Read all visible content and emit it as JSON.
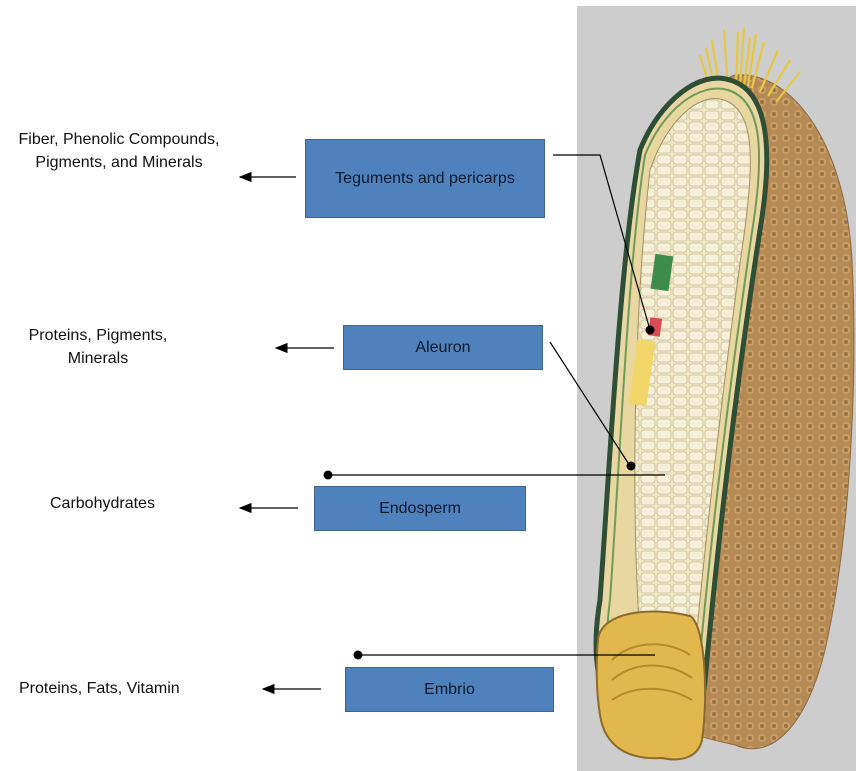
{
  "labels": {
    "teguments": {
      "box": "Teguments and pericarps",
      "compounds": "Fiber, Phenolic Compounds, Pigments, and Minerals"
    },
    "aleuron": {
      "box": "Aleuron",
      "compounds": "Proteins, Pigments, Minerals"
    },
    "endosperm": {
      "box": "Endosperm",
      "compounds": "Carbohydrates"
    },
    "embrio": {
      "box": "Embrio",
      "compounds": "Proteins, Fats, Vitamin"
    }
  },
  "colors": {
    "box_fill": "#4f81bd",
    "panel_background": "#cdcdcd",
    "leader_line": "#000000"
  },
  "icons": [
    "arrow-left-icon",
    "leader-dot-icon"
  ]
}
